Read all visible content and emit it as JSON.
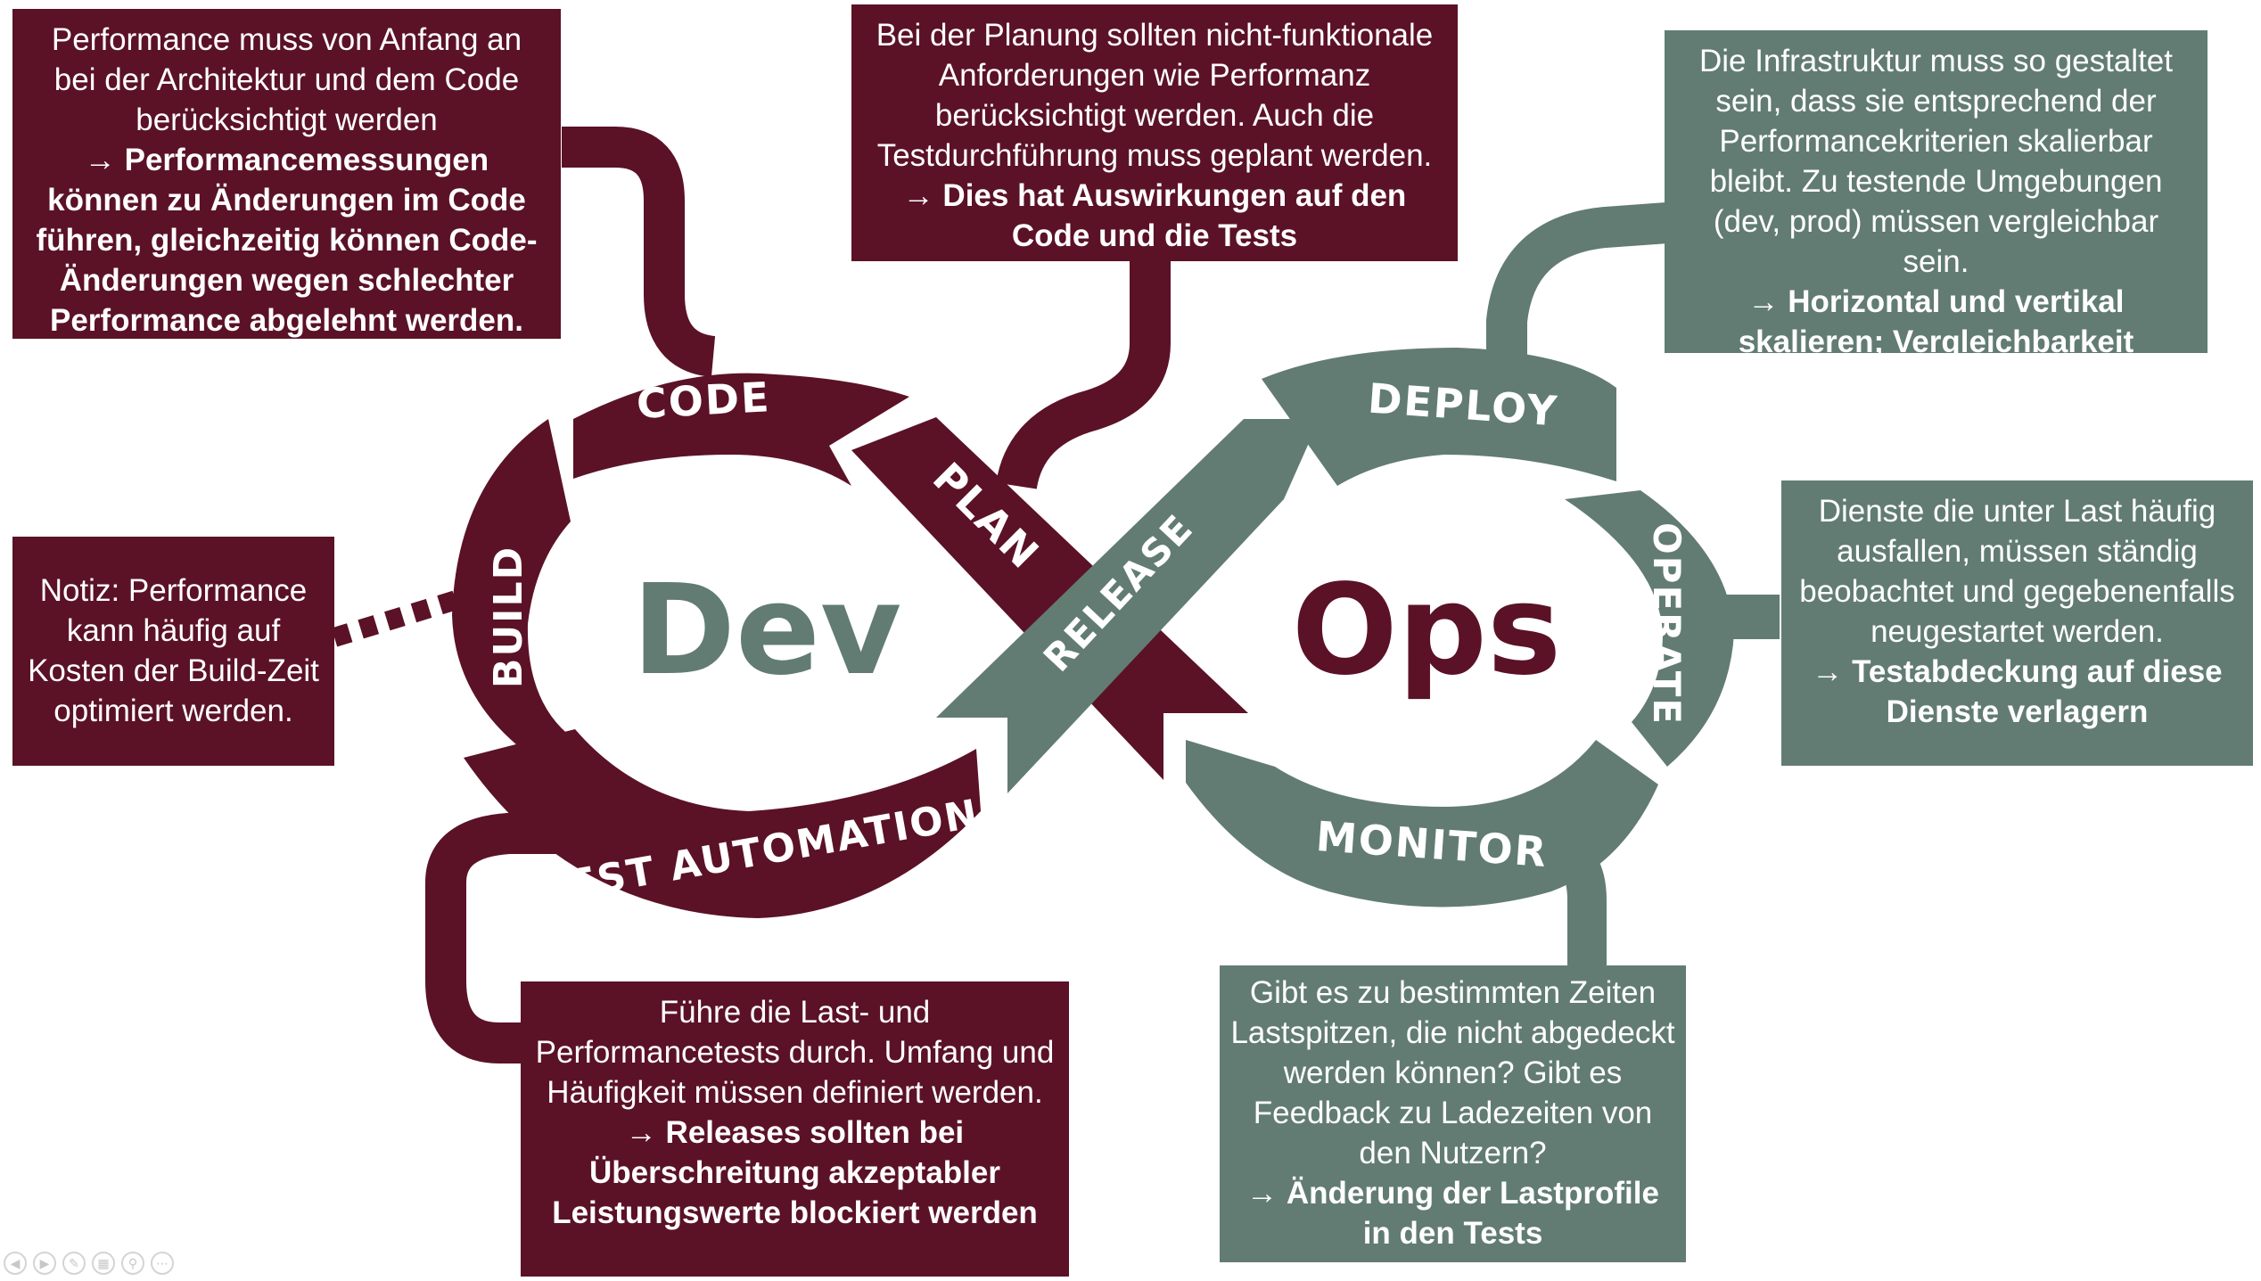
{
  "colors": {
    "dev": "#5b1226",
    "ops": "#627c73",
    "background": "#ffffff"
  },
  "center": {
    "dev": "Dev",
    "ops": "Ops"
  },
  "segments": {
    "code": "CODE",
    "plan": "PLAN",
    "build": "BUILD",
    "test_automation": "TEST AUTOMATION",
    "release": "RELEASE",
    "deploy": "DEPLOY",
    "operate": "OPERATE",
    "monitor": "MONITOR"
  },
  "notes": {
    "code": {
      "text": "Performance muss von Anfang an bei der Architektur und dem Code berücksichtigt werden",
      "emphasis": "→ Performancemessungen können zu Änderungen im Code führen, gleichzeitig können Code-Änderungen wegen schlechter Performance abgelehnt werden."
    },
    "plan": {
      "text": "Bei der Planung sollten nicht-funktionale Anforderungen wie Performanz berücksichtigt werden. Auch die Testdurchführung muss geplant werden.",
      "emphasis": "→ Dies hat Auswirkungen auf den Code und die Tests"
    },
    "deploy": {
      "text": "Die Infrastruktur muss so gestaltet sein, dass sie entsprechend der Performancekriterien skalierbar bleibt. Zu testende Umgebungen (dev, prod) müssen vergleichbar sein.",
      "emphasis": "→ Horizontal und vertikal skalieren; Vergleichbarkeit"
    },
    "build": {
      "text": "Notiz: Performance kann häufig auf Kosten der Build-Zeit optimiert werden.",
      "emphasis": ""
    },
    "operate": {
      "text": "Dienste die unter Last häufig ausfallen, müssen ständig beobachtet und gegebenenfalls neugestartet werden.",
      "emphasis": "→ Testabdeckung auf diese Dienste verlagern"
    },
    "test_automation": {
      "text": "Führe die Last- und Performancetests durch. Umfang und Häufigkeit müssen definiert werden.",
      "emphasis": "→ Releases sollten bei Überschreitung akzeptabler Leistungswerte blockiert werden"
    },
    "monitor": {
      "text": "Gibt es zu bestimmten Zeiten Lastspitzen, die nicht abgedeckt werden können? Gibt es Feedback zu Ladezeiten von den Nutzern?",
      "emphasis": "→ Änderung der Lastprofile in den Tests"
    }
  },
  "toolbar_icons": [
    "previous-icon",
    "next-icon",
    "pen-icon",
    "slides-icon",
    "zoom-icon",
    "more-icon"
  ]
}
